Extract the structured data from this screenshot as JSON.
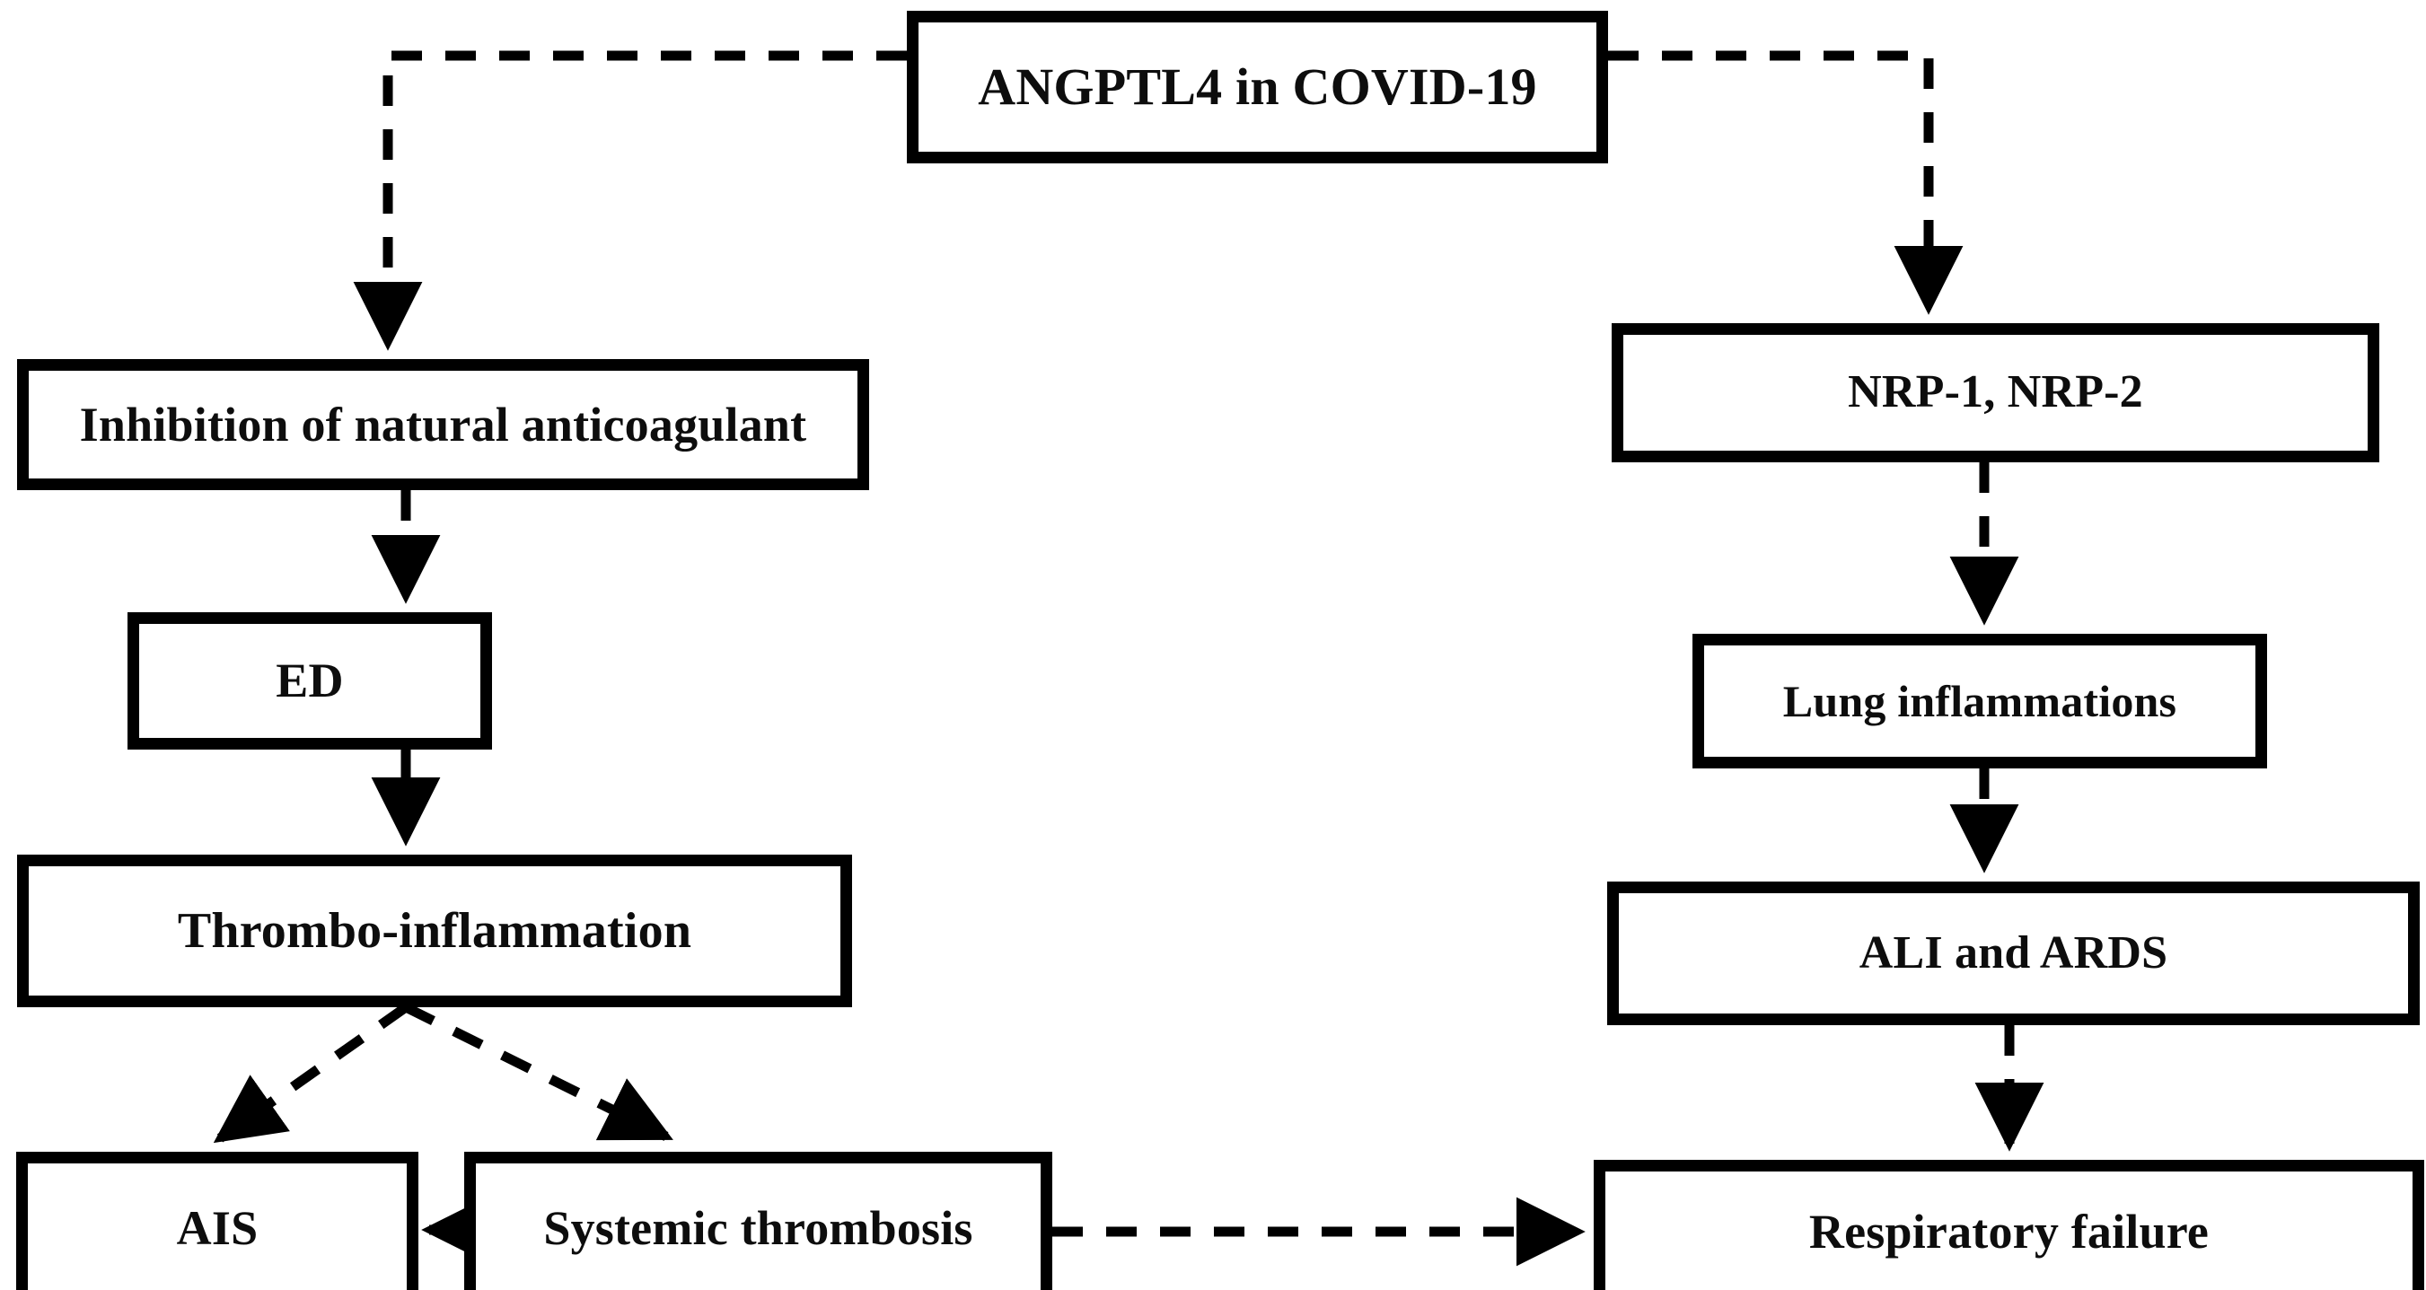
{
  "diagram": {
    "type": "flowchart",
    "orientation": "top-down, two branches",
    "background_color": "#ffffff",
    "line_color": "#000000",
    "box_border_color": "#000000",
    "text_color": "#0d0d0d",
    "edge_style": "dashed with solid filled arrowheads"
  },
  "nodes": {
    "title": {
      "label": "ANGPTL4 in COVID-19"
    },
    "inhibition": {
      "label": "Inhibition of natural anticoagulant"
    },
    "ed": {
      "label": "ED"
    },
    "thrombo": {
      "label": "Thrombo-inflammation"
    },
    "ais": {
      "label": "AIS"
    },
    "systemic": {
      "label": "Systemic thrombosis"
    },
    "nrp": {
      "label": "NRP-1, NRP-2"
    },
    "lung": {
      "label": "Lung inflammations"
    },
    "ali": {
      "label": "ALI and ARDS"
    },
    "resp": {
      "label": "Respiratory failure"
    }
  },
  "edges": [
    {
      "from": "title",
      "to": "inhibition",
      "style": "dashed",
      "arrow": "down"
    },
    {
      "from": "title",
      "to": "nrp",
      "style": "dashed",
      "arrow": "down"
    },
    {
      "from": "inhibition",
      "to": "ed",
      "style": "dashed",
      "arrow": "down"
    },
    {
      "from": "ed",
      "to": "thrombo",
      "style": "dashed",
      "arrow": "down"
    },
    {
      "from": "thrombo",
      "to": "ais",
      "style": "dashed",
      "arrow": "down-left"
    },
    {
      "from": "thrombo",
      "to": "systemic",
      "style": "dashed",
      "arrow": "down-right"
    },
    {
      "from": "systemic",
      "to": "ais",
      "style": "solid",
      "arrow": "left"
    },
    {
      "from": "systemic",
      "to": "resp",
      "style": "dashed",
      "arrow": "right"
    },
    {
      "from": "nrp",
      "to": "lung",
      "style": "dashed",
      "arrow": "down"
    },
    {
      "from": "lung",
      "to": "ali",
      "style": "dashed",
      "arrow": "down"
    },
    {
      "from": "ali",
      "to": "resp",
      "style": "dashed",
      "arrow": "down"
    }
  ]
}
